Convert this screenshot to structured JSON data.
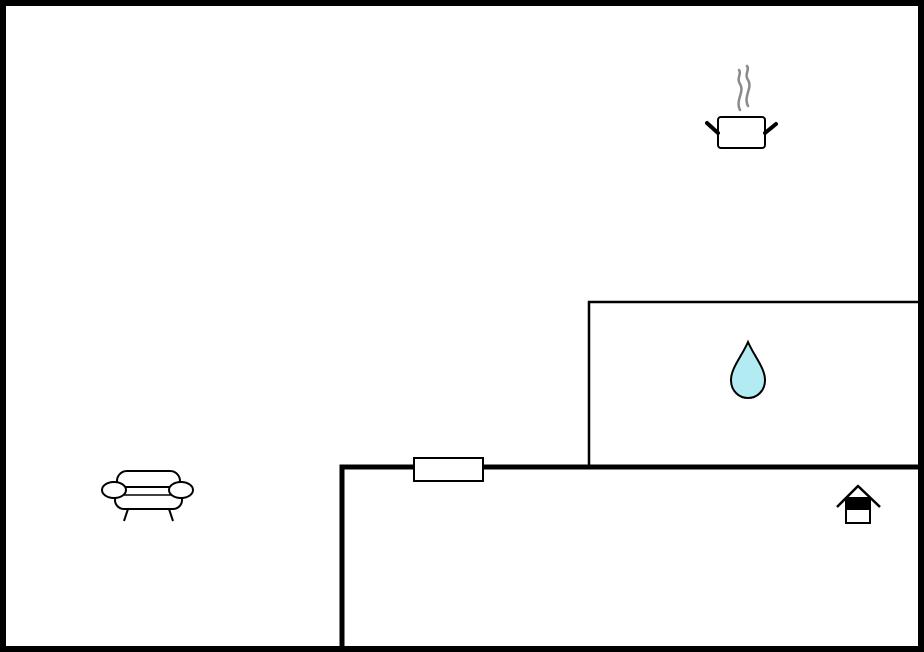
{
  "plan": {
    "colors": {
      "background": "#ffffff",
      "wall": "#000000",
      "water_fill": "#b2ebf2",
      "steam": "#8a8a8a"
    },
    "icons": [
      {
        "room": "kitchen",
        "icon": "cooking-pot-icon"
      },
      {
        "room": "bathroom",
        "icon": "water-drop-icon"
      },
      {
        "room": "living-room",
        "icon": "sofa-icon"
      },
      {
        "room": "entrance",
        "icon": "entrance-house-icon"
      }
    ],
    "openings": [
      {
        "type": "window",
        "icon": "window-icon"
      }
    ]
  }
}
